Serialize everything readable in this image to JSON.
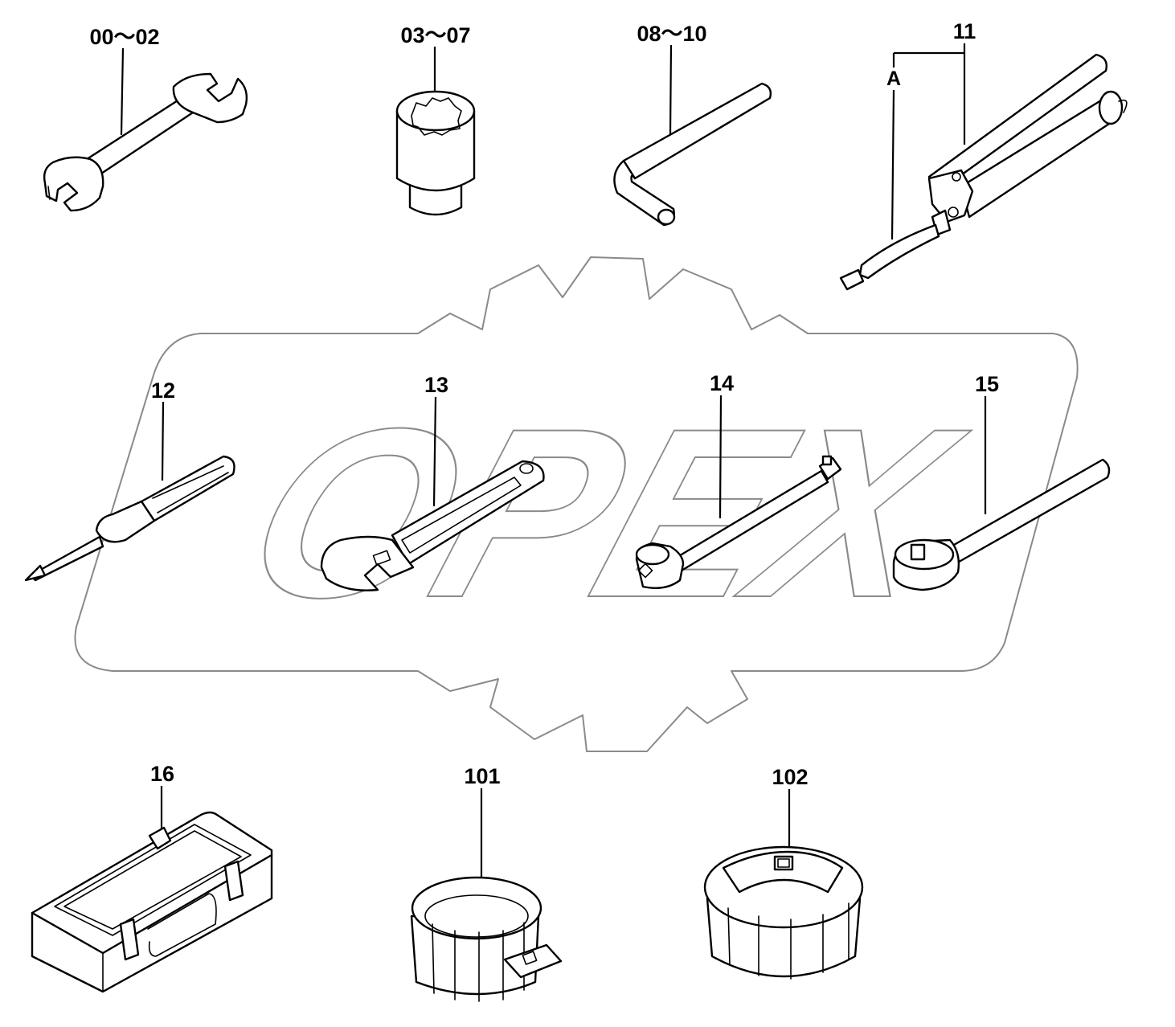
{
  "watermark": {
    "text": "OPEX",
    "color": "#8a8a8a"
  },
  "callouts": [
    {
      "id": "00-02",
      "label": "00～02"
    },
    {
      "id": "03-07",
      "label": "03～07"
    },
    {
      "id": "08-10",
      "label": "08～10"
    },
    {
      "id": "11",
      "label": "11"
    },
    {
      "id": "A",
      "label": "A"
    },
    {
      "id": "12",
      "label": "12"
    },
    {
      "id": "13",
      "label": "13"
    },
    {
      "id": "14",
      "label": "14"
    },
    {
      "id": "15",
      "label": "15"
    },
    {
      "id": "16",
      "label": "16"
    },
    {
      "id": "101",
      "label": "101"
    },
    {
      "id": "102",
      "label": "102"
    }
  ]
}
